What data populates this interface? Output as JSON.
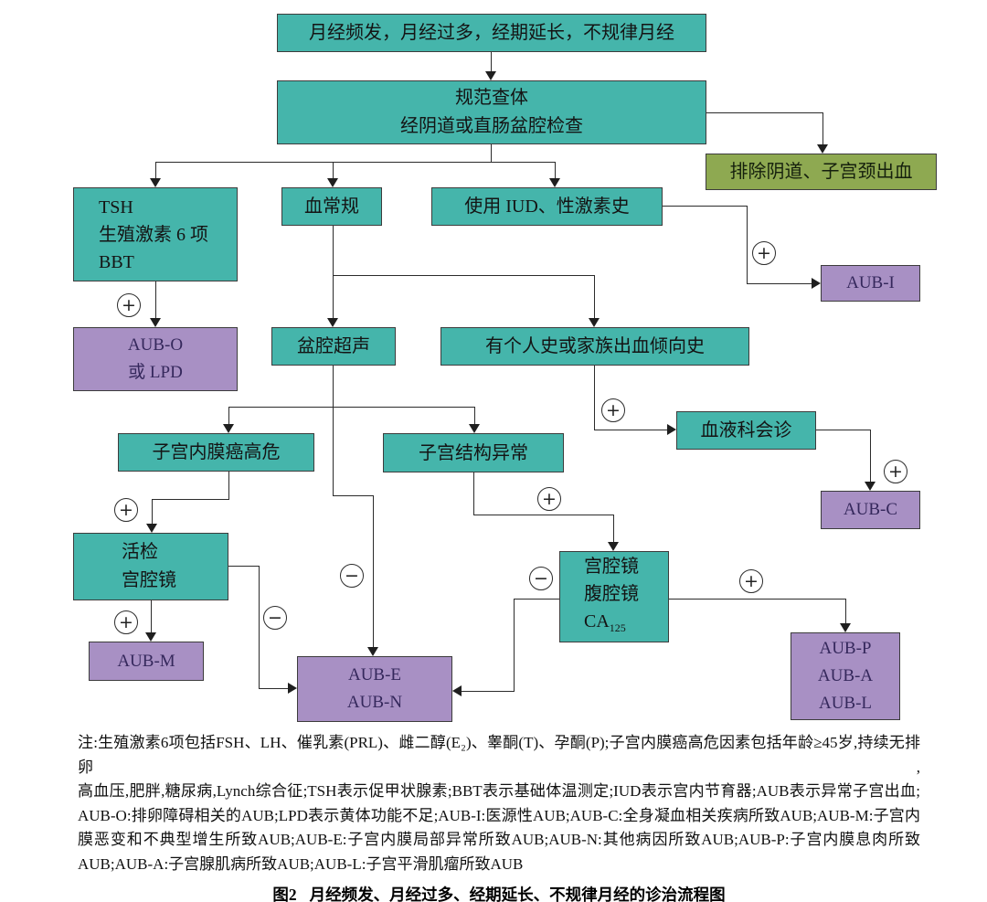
{
  "nodes": {
    "symptoms": {
      "label": "月经频发，月经过多，经期延长，不规律月经"
    },
    "exam": {
      "line1": "规范查体",
      "line2": "经阴道或直肠盆腔检查"
    },
    "exclude": {
      "label": "排除阴道、子宫颈出血"
    },
    "tsh": {
      "line1": "TSH",
      "line2": "生殖激素 6 项",
      "line3": "BBT"
    },
    "blood": {
      "label": "血常规"
    },
    "iud": {
      "label": "使用 IUD、性激素史"
    },
    "aub_o": {
      "line1": "AUB-O",
      "line2": "或 LPD"
    },
    "pelvic": {
      "label": "盆腔超声"
    },
    "history": {
      "label": "有个人史或家族出血倾向史"
    },
    "aub_i": {
      "label": "AUB-I"
    },
    "hematology": {
      "label": "血液科会诊"
    },
    "aub_c": {
      "label": "AUB-C"
    },
    "cancer_risk": {
      "label": "子宫内膜癌高危"
    },
    "structural": {
      "label": "子宫结构异常"
    },
    "biopsy": {
      "line1": "活检",
      "line2": "宫腔镜"
    },
    "aub_m": {
      "label": "AUB-M"
    },
    "hysteroscopy": {
      "line1": "宫腔镜",
      "line2": "腹腔镜",
      "line3_text": "CA",
      "line3_sub": "125"
    },
    "aub_en": {
      "line1": "AUB-E",
      "line2": "AUB-N"
    },
    "aub_pal": {
      "line1": "AUB-P",
      "line2": "AUB-A",
      "line3": "AUB-L"
    }
  },
  "connectors": {
    "c1": {
      "sign": "+"
    },
    "c2": {
      "sign": "+"
    },
    "c3": {
      "sign": "+"
    },
    "c4": {
      "sign": "+"
    },
    "c5": {
      "sign": "+"
    },
    "c6": {
      "sign": "+"
    },
    "c7": {
      "sign": "−"
    },
    "c8": {
      "sign": "−"
    },
    "c9": {
      "sign": "+"
    },
    "c10": {
      "sign": "+"
    },
    "c11": {
      "sign": "−"
    }
  },
  "note": {
    "lines": [
      "注:生殖激素6项包括FSH、LH、催乳素(PRL)、雌二醇(E₂)、睾酮(T)、孕酮(P);子宫内膜癌高危因素包括年龄≥45岁,持续无排卵,",
      "高血压,肥胖,糖尿病,Lynch综合征;TSH表示促甲状腺素;BBT表示基础体温测定;IUD表示宫内节育器;AUB表示异常子宫出血;",
      "AUB-O:排卵障碍相关的AUB;LPD表示黄体功能不足;AUB-I:医源性AUB;AUB-C:全身凝血相关疾病所致AUB;AUB-M:子宫内",
      "膜恶变和不典型增生所致AUB;AUB-E:子宫内膜局部异常所致AUB;AUB-N:其他病因所致AUB;AUB-P:子宫内膜息肉所致",
      "AUB;AUB-A:子宫腺肌病所致AUB;AUB-L:子宫平滑肌瘤所致AUB"
    ]
  },
  "figure": {
    "caption_prefix": "图2",
    "caption_text": "月经频发、月经过多、经期延长、不规律月经的诊治流程图"
  },
  "colors": {
    "node_teal": "#45b5ab",
    "node_green": "#8ea951",
    "node_purple": "#a890c4",
    "line": "#2b2b2b"
  }
}
